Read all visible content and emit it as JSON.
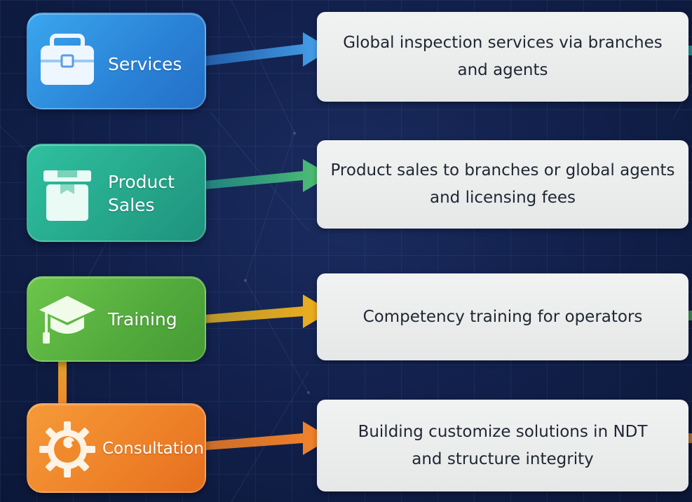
{
  "colors": {
    "services": "#2f8fe0",
    "product_sales": "#2cab8c",
    "training": "#5db43c",
    "consultation": "#f0882a"
  },
  "rows": [
    {
      "label": "Services",
      "icon": "briefcase-icon",
      "description": "Global inspection services via branches\nand agents"
    },
    {
      "label": "Product\nSales",
      "icon": "box-icon",
      "description": "Product sales to branches or global agents\nand licensing fees"
    },
    {
      "label": "Training",
      "icon": "graduation-cap-icon",
      "description": "Competency training for operators"
    },
    {
      "label": "Consultation",
      "icon": "gear-wrench-icon",
      "description": "Building customize solutions in NDT\nand structure integrity"
    }
  ]
}
